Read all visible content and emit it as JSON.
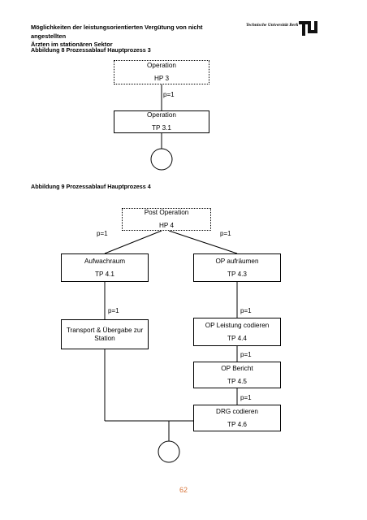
{
  "header": {
    "title_line1": "Möglichkeiten der leistungsorientierten Vergütung von nicht angestellten",
    "title_line2": "Ärzten im stationären Sektor",
    "university": "Technische Universität Berlin",
    "logo_text": "TU"
  },
  "figure8": {
    "caption": "Abbildung 8 Prozessablauf Hauptprozess 3",
    "hp": {
      "title": "Operation",
      "id": "HP 3"
    },
    "p_label": "p=1",
    "tp": {
      "title": "Operation",
      "id": "TP 3.1"
    }
  },
  "figure9": {
    "caption": "Abbildung 9 Prozessablauf Hauptprozess 4",
    "hp": {
      "title": "Post Operation",
      "id": "HP 4"
    },
    "p_left": "p=1",
    "p_right": "p=1",
    "tp41": {
      "title": "Aufwachraum",
      "id": "TP 4.1"
    },
    "p_41": "p=1",
    "tp42": {
      "title_line1": "Transport & Übergabe zur",
      "title_line2": "Station"
    },
    "tp43": {
      "title": "OP aufräumen",
      "id": "TP 4.3"
    },
    "p_43": "p=1",
    "tp44": {
      "title": "OP Leistung codieren",
      "id": "TP 4.4"
    },
    "p_44": "p=1",
    "tp45": {
      "title": "OP Bericht",
      "id": "TP 4.5"
    },
    "p_45": "p=1",
    "tp46": {
      "title": "DRG codieren",
      "id": "TP 4.6"
    }
  },
  "page_number": "62"
}
